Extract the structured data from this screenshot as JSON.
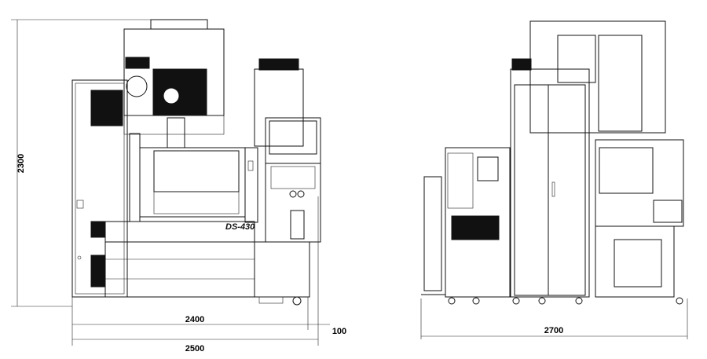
{
  "drawing": {
    "model_label": "DS-430",
    "dimensions": {
      "height": "2300",
      "front_width": "2400",
      "front_offset": "100",
      "front_total": "2500",
      "side_depth": "2700"
    }
  }
}
